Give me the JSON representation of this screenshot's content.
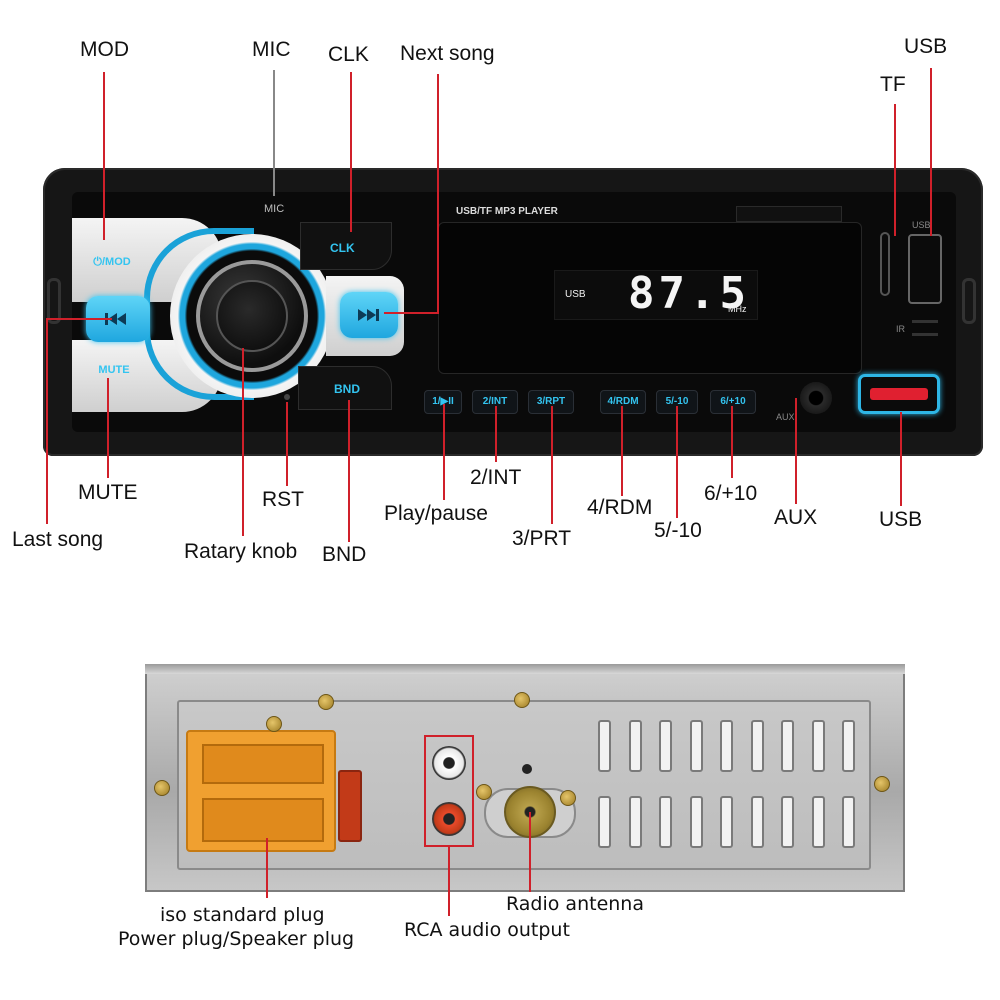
{
  "front_panel": {
    "mic_text": "MIC",
    "player_title": "USB/TF MP3 PLAYER",
    "mod_key": "⏻/MOD",
    "clk_key": "CLK",
    "mute_key": "MUTE",
    "bnd_key": "BND",
    "display": {
      "source": "USB",
      "frequency": "87.5",
      "unit": "MHz"
    },
    "number_keys": [
      "1/▶II",
      "2/INT",
      "3/RPT",
      "4/RDM",
      "5/-10",
      "6/+10"
    ],
    "aux_text": "AUX",
    "usb_port_text": "USB",
    "ir_text": "IR"
  },
  "labels": {
    "mod": "MOD",
    "mic": "MIC",
    "clk": "CLK",
    "next_song": "Next song",
    "usb_top": "USB",
    "tf": "TF",
    "mute": "MUTE",
    "last_song": "Last song",
    "rst": "RST",
    "rotary_knob": "Ratary knob",
    "bnd": "BND",
    "play_pause": "Play/pause",
    "int": "2/INT",
    "prt": "3/PRT",
    "rdm": "4/RDM",
    "minus10": "5/-10",
    "plus10": "6/+10",
    "aux": "AUX",
    "usb_bottom": "USB"
  },
  "back_labels": {
    "iso_line1": "iso standard plug",
    "iso_line2": "Power plug/Speaker plug",
    "rca": "RCA audio output",
    "antenna": "Radio antenna"
  },
  "colors": {
    "accent": "#33c4f0",
    "callout": "#d0202a",
    "usb_port": "#e02030",
    "connector": "#f0a030"
  }
}
